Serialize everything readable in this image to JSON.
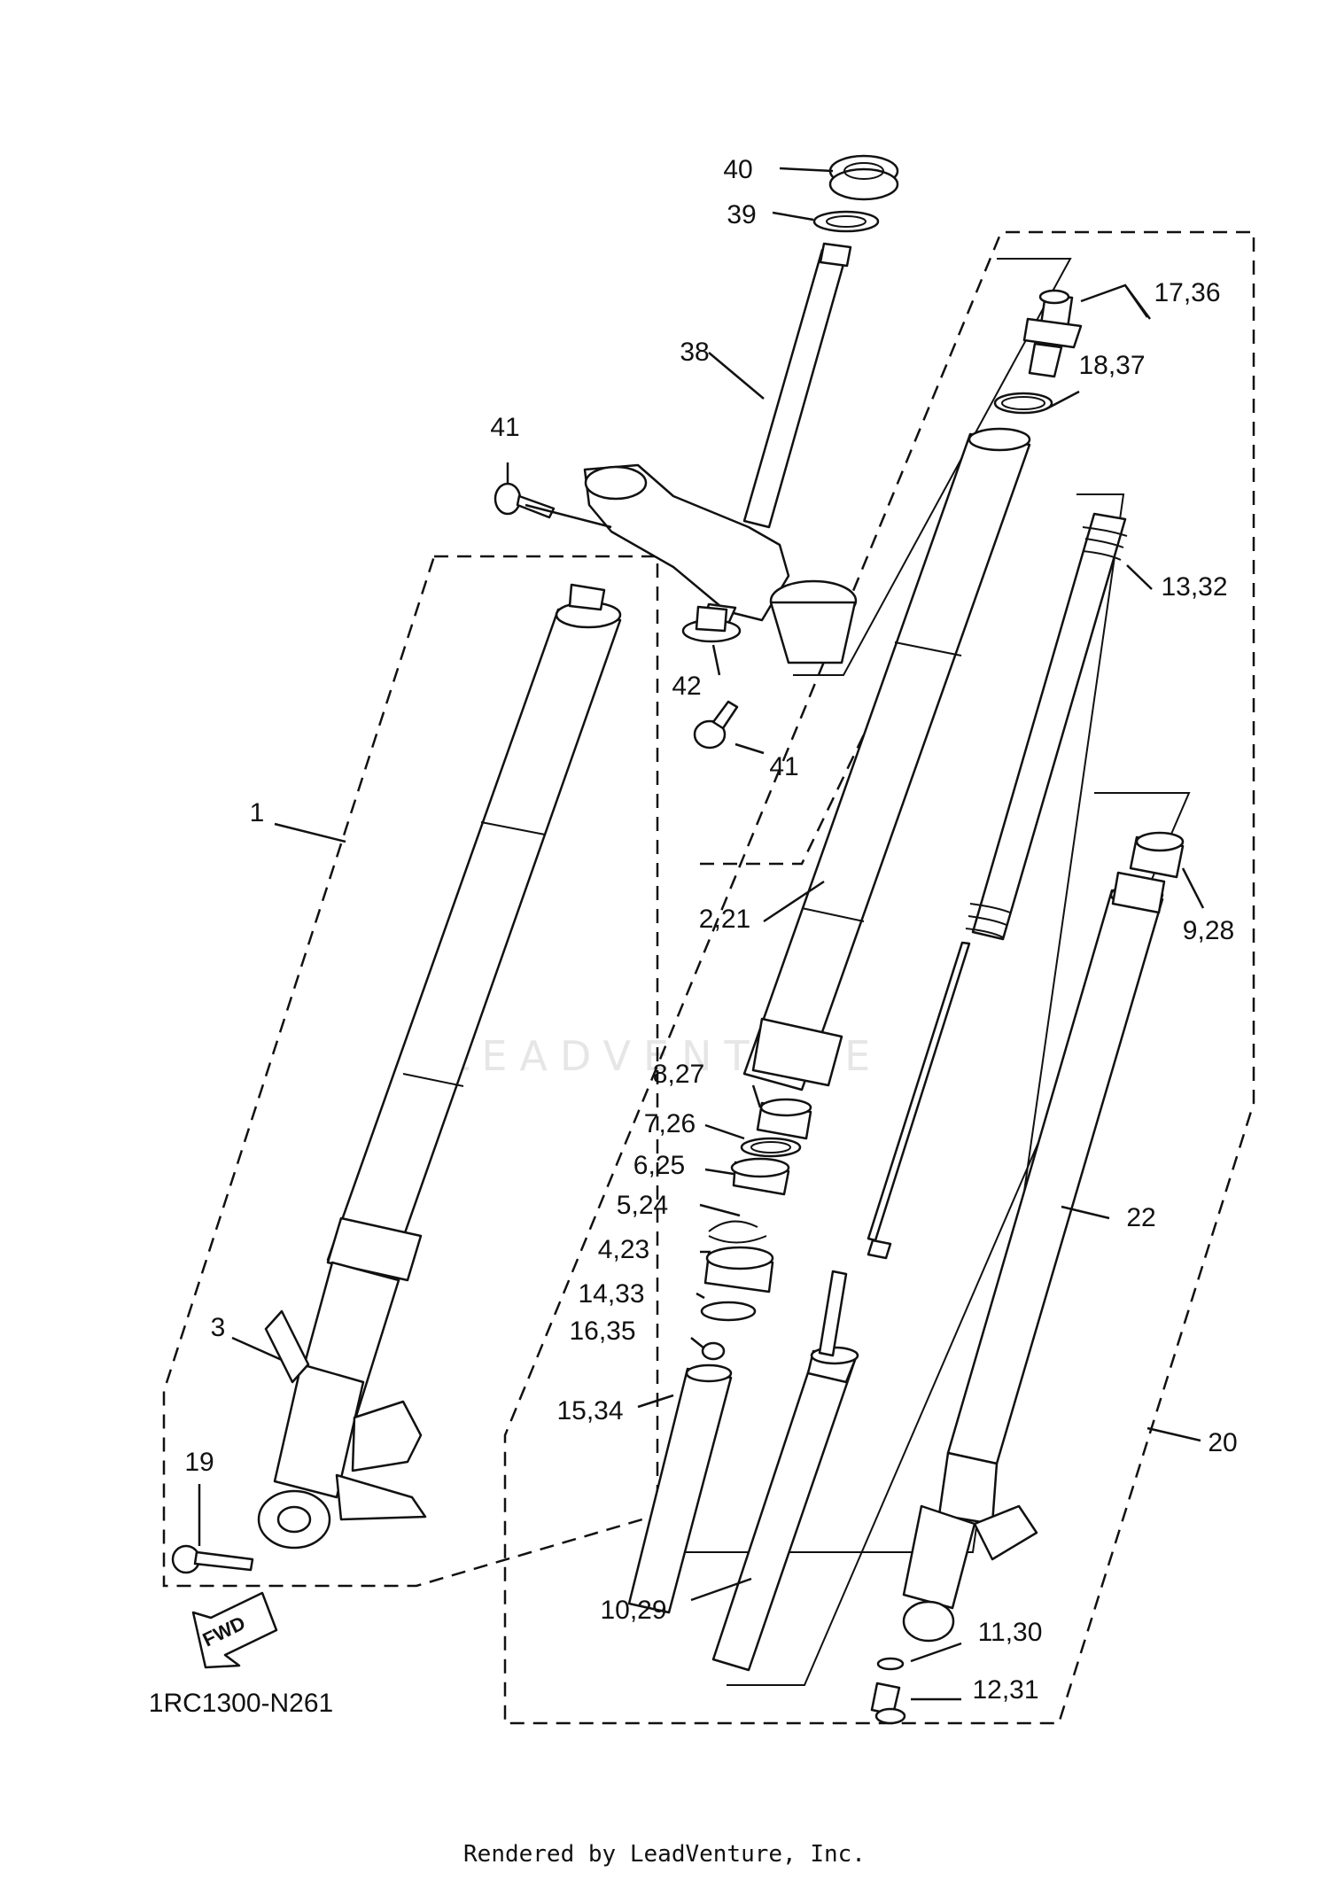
{
  "diagram": {
    "code": "1RC1300-N261",
    "direction_arrow": "FWD",
    "watermark": "LEADVENTURE",
    "footer": "Rendered by LeadVenture, Inc.",
    "callouts": [
      "40",
      "39",
      "38",
      "41",
      "41",
      "42",
      "17,36",
      "18,37",
      "13,32",
      "1",
      "2,21",
      "9,28",
      "8,27",
      "7,26",
      "6,25",
      "5,24",
      "4,23",
      "14,33",
      "16,35",
      "15,34",
      "3",
      "19",
      "22",
      "20",
      "10,29",
      "11,30",
      "12,31"
    ]
  }
}
